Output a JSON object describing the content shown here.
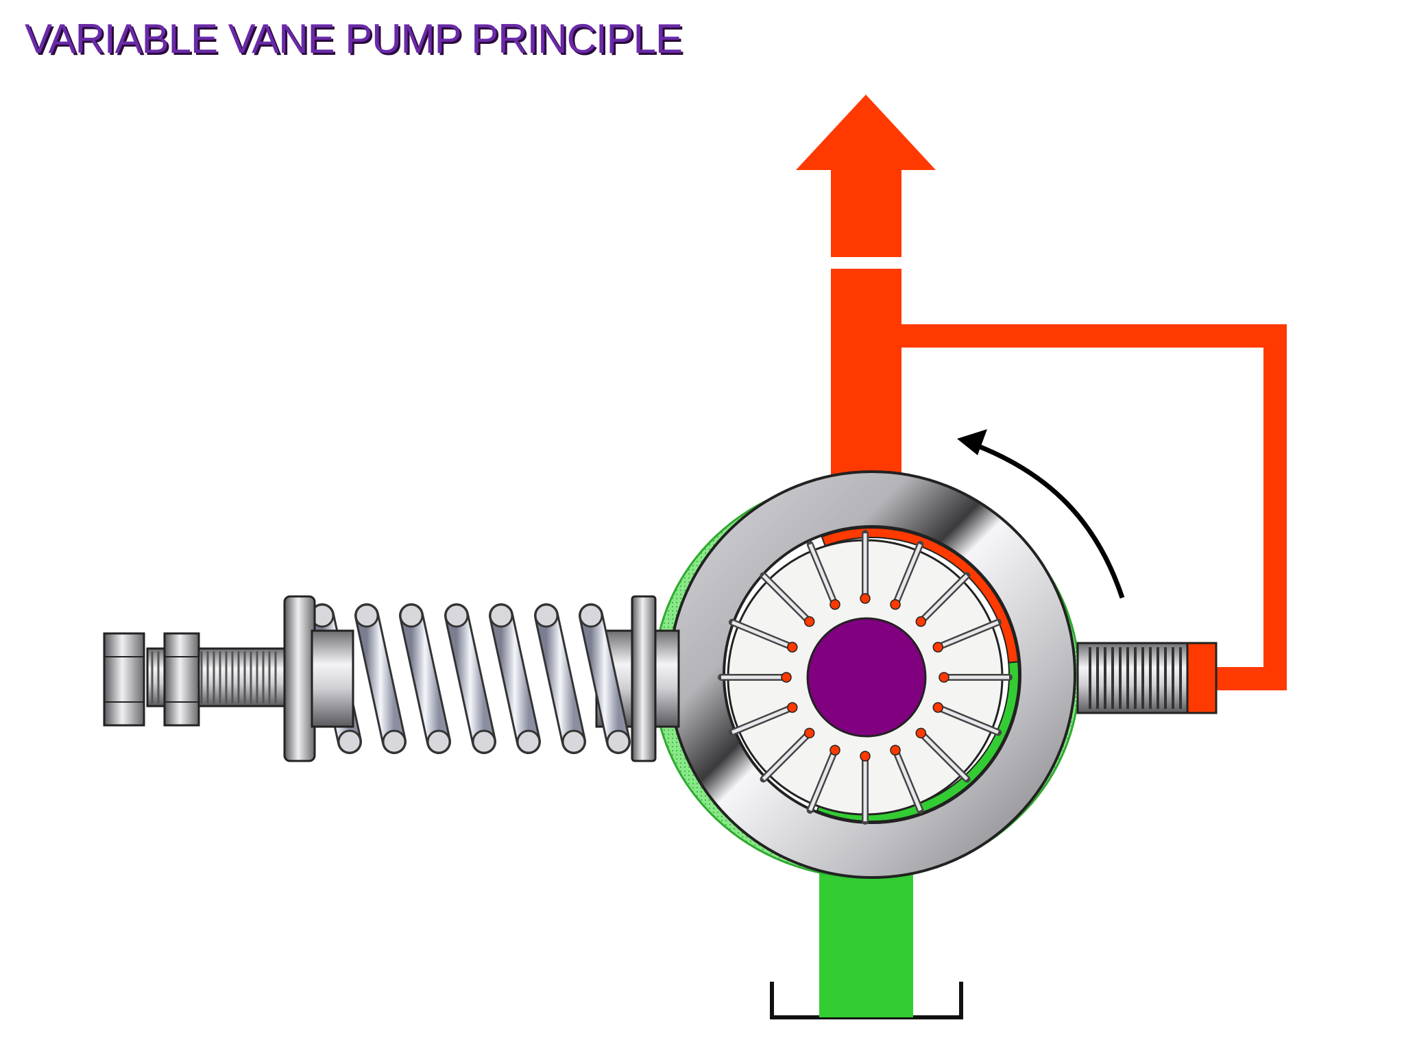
{
  "title": "VARIABLE VANE PUMP PRINCIPLE",
  "colors": {
    "pressure": "#ff3a00",
    "suction": "#33cc33",
    "shaft": "#800080",
    "title": "#6a2aa8",
    "title_shadow": "#2a0a3a",
    "metal": "#c8c8cc",
    "rotation_arrow": "#000000"
  },
  "components": [
    "adjusting-screw",
    "lock-nuts",
    "compression-spring",
    "spring-seat",
    "cam-ring",
    "rotor",
    "vanes",
    "drive-shaft",
    "pump-housing",
    "pressure-outlet",
    "pressure-feedback-line",
    "feedback-piston",
    "suction-inlet",
    "reservoir",
    "rotation-arrow"
  ],
  "vane_count": 16,
  "rotation": "counter-clockwise"
}
